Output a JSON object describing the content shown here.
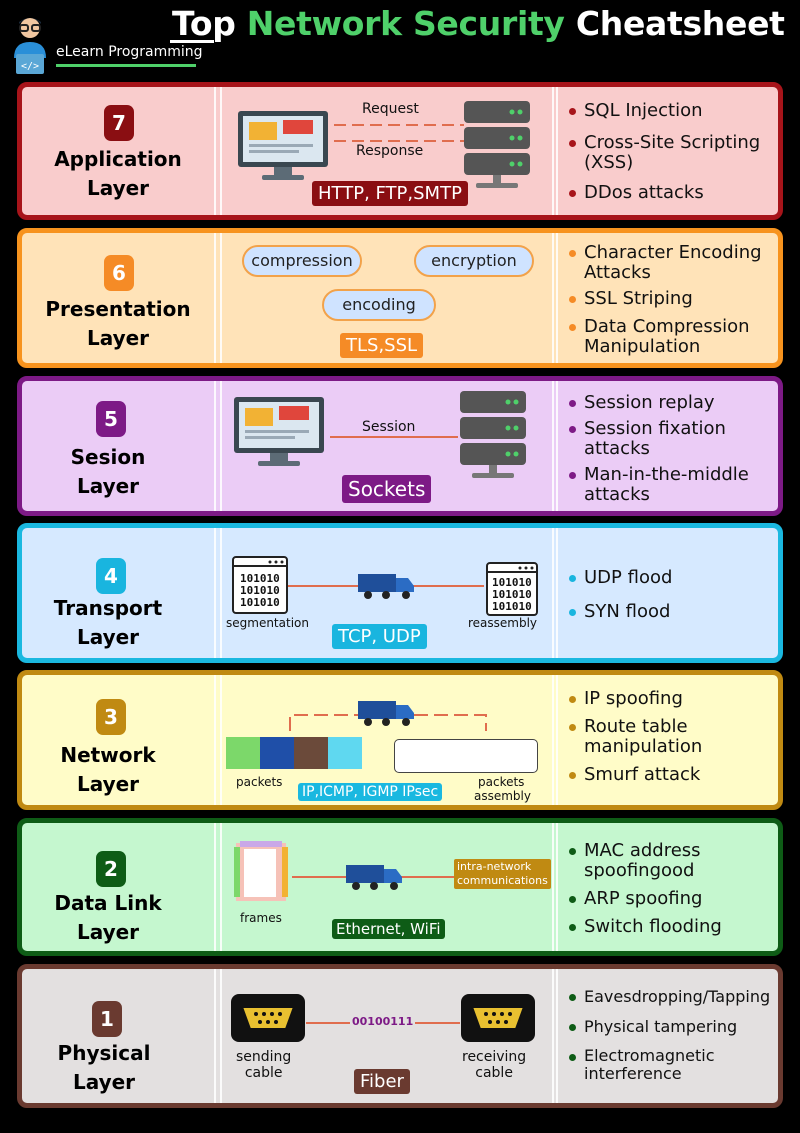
{
  "header": {
    "title_part1": "Top ",
    "title_part2": "Network Security",
    "title_part3": " Cheatsheet",
    "brand": "eLearn Programming"
  },
  "colors": {
    "l7_bg": "#f9cccc",
    "l7_border": "#a7141a",
    "l7_accent": "#8a0e12",
    "l6_bg": "#ffe3b8",
    "l6_border": "#f7931e",
    "l6_accent": "#f58b26",
    "l5_bg": "#ebccf6",
    "l5_border": "#7d1a86",
    "l5_accent": "#7d1a86",
    "l4_bg": "#d6e9ff",
    "l4_border": "#1ab8e0",
    "l4_accent": "#19b5df",
    "l3_bg": "#fffcc8",
    "l3_border": "#c08a12",
    "l3_accent": "#c08a12",
    "l2_bg": "#c5f7cf",
    "l2_border": "#0e5c16",
    "l2_accent": "#0e5c16",
    "l1_bg": "#e3e0e0",
    "l1_border": "#6a3a30",
    "l1_accent": "#6a3a30"
  },
  "layers": [
    {
      "number": "7",
      "name_line1": "Application",
      "name_line2": "Layer",
      "protocol": "HTTP, FTP,SMTP",
      "labels": [
        "Request",
        "Response"
      ],
      "risks": [
        "SQL Injection",
        "Cross-Site Scripting (XSS)",
        "DDos attacks"
      ]
    },
    {
      "number": "6",
      "name_line1": "Presentation",
      "name_line2": "Layer",
      "protocol": "TLS,SSL",
      "labels": [
        "compression",
        "encryption",
        "encoding"
      ],
      "risks": [
        "Character Encoding Attacks",
        "SSL Striping",
        "Data Compression Manipulation"
      ]
    },
    {
      "number": "5",
      "name_line1": "Sesion",
      "name_line2": "Layer",
      "protocol": "Sockets",
      "labels": [
        "Session"
      ],
      "risks": [
        "Session replay",
        "Session fixation attacks",
        "Man-in-the-middle attacks"
      ]
    },
    {
      "number": "4",
      "name_line1": "Transport",
      "name_line2": "Layer",
      "protocol": "TCP, UDP",
      "labels": [
        "segmentation",
        "reassembly",
        "101010"
      ],
      "risks": [
        "UDP flood",
        "SYN flood"
      ]
    },
    {
      "number": "3",
      "name_line1": "Network",
      "name_line2": "Layer",
      "protocol": "IP,ICMP, IGMP IPsec",
      "labels": [
        "packets",
        "packets",
        "assembly"
      ],
      "risks": [
        "IP spoofing",
        "Route table manipulation",
        "Smurf attack"
      ]
    },
    {
      "number": "2",
      "name_line1": "Data Link",
      "name_line2": "Layer",
      "protocol": "Ethernet, WiFi",
      "labels": [
        "frames",
        "intra-network",
        "communications"
      ],
      "risks": [
        "MAC address spoofingood",
        "ARP spoofing",
        "Switch flooding"
      ]
    },
    {
      "number": "1",
      "name_line1": "Physical",
      "name_line2": "Layer",
      "protocol": "Fiber",
      "labels": [
        "00100111",
        "sending",
        "cable",
        "receiving",
        "cable"
      ],
      "risks": [
        "Eavesdropping/Tapping",
        "Physical tampering",
        "Electromagnetic interference"
      ]
    }
  ]
}
